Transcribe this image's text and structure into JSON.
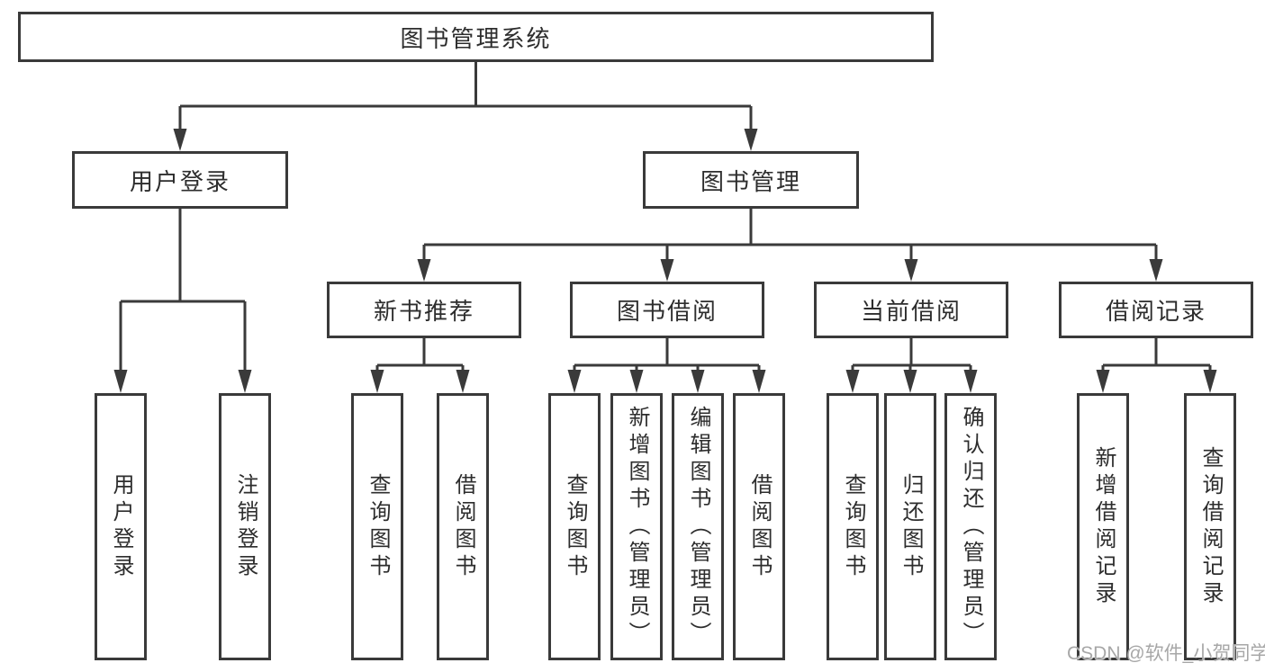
{
  "diagram": {
    "root": "图书管理系统",
    "branches": [
      {
        "label": "用户登录",
        "leaves": [
          "用户登录",
          "注销登录"
        ]
      },
      {
        "label": "图书管理",
        "groups": [
          {
            "label": "新书推荐",
            "leaves": [
              "查询图书",
              "借阅图书"
            ]
          },
          {
            "label": "图书借阅",
            "leaves": [
              "查询图书",
              "新增图书（管理员）",
              "编辑图书（管理员）",
              "借阅图书"
            ]
          },
          {
            "label": "当前借阅",
            "leaves": [
              "查询图书",
              "归还图书",
              "确认归还（管理员）"
            ]
          },
          {
            "label": "借阅记录",
            "leaves": [
              "新增借阅记录",
              "查询借阅记录"
            ]
          }
        ]
      }
    ]
  },
  "watermark": "CSDN @软件_小贺同学",
  "colors": {
    "line": "#3a3a3a",
    "text": "#2d2d2d",
    "watermark": "#a7a7a7",
    "background": "#ffffff"
  }
}
